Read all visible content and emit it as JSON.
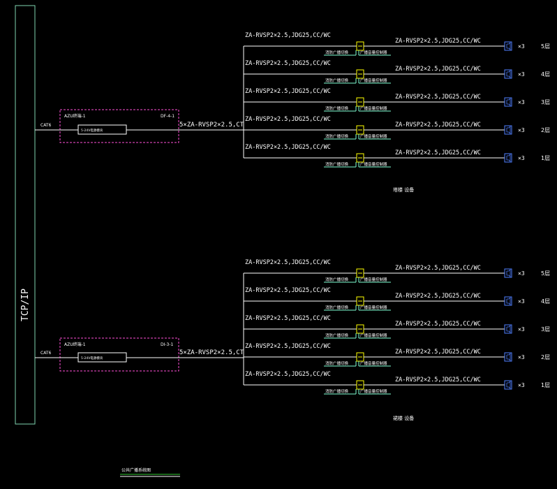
{
  "colors": {
    "background": "#000000",
    "wire": "#ffffff",
    "bus": "#7fd4b0",
    "panel_border": "#ff4fd8",
    "module": "#ffff00",
    "module_label": "#7fffd4",
    "speaker": "#4f7fff",
    "legend_line": "#33cc33"
  },
  "bus": {
    "label": "TCP/IP"
  },
  "groups": [
    {
      "cable_label": "CAT6",
      "panel_title": "AZU终端-1",
      "panel_id": "DF-4-1",
      "panel_device": "5-24V电源模块",
      "trunk_label": "5×ZA-RVSP2×2.5,CT",
      "caption": "塔楼 设备",
      "branches": [
        {
          "left_cable": "ZA-RVSP2×2.5,JDG25,CC/WC",
          "right_cable": "ZA-RVSP2×2.5,JDG25,CC/WC",
          "mod_a": "消防广播切换",
          "mod_b": "广播音量控制器",
          "qty": "×3",
          "floor": "5层"
        },
        {
          "left_cable": "ZA-RVSP2×2.5,JDG25,CC/WC",
          "right_cable": "ZA-RVSP2×2.5,JDG25,CC/WC",
          "mod_a": "消防广播切换",
          "mod_b": "广播音量控制器",
          "qty": "×3",
          "floor": "4层"
        },
        {
          "left_cable": "ZA-RVSP2×2.5,JDG25,CC/WC",
          "right_cable": "ZA-RVSP2×2.5,JDG25,CC/WC",
          "mod_a": "消防广播切换",
          "mod_b": "广播音量控制器",
          "qty": "×3",
          "floor": "3层"
        },
        {
          "left_cable": "ZA-RVSP2×2.5,JDG25,CC/WC",
          "right_cable": "ZA-RVSP2×2.5,JDG25,CC/WC",
          "mod_a": "消防广播切换",
          "mod_b": "广播音量控制器",
          "qty": "×3",
          "floor": "2层"
        },
        {
          "left_cable": "ZA-RVSP2×2.5,JDG25,CC/WC",
          "right_cable": "ZA-RVSP2×2.5,JDG25,CC/WC",
          "mod_a": "消防广播切换",
          "mod_b": "广播音量控制器",
          "qty": "×3",
          "floor": "1层"
        }
      ]
    },
    {
      "cable_label": "CAT6",
      "panel_title": "AZU终端-1",
      "panel_id": "DI-3-1",
      "panel_device": "5-24V电源模块",
      "trunk_label": "5×ZA-RVSP2×2.5,CT",
      "caption": "裙楼 设备",
      "branches": [
        {
          "left_cable": "ZA-RVSP2×2.5,JDG25,CC/WC",
          "right_cable": "ZA-RVSP2×2.5,JDG25,CC/WC",
          "mod_a": "消防广播切换",
          "mod_b": "广播音量控制器",
          "qty": "×3",
          "floor": "5层"
        },
        {
          "left_cable": "ZA-RVSP2×2.5,JDG25,CC/WC",
          "right_cable": "ZA-RVSP2×2.5,JDG25,CC/WC",
          "mod_a": "消防广播切换",
          "mod_b": "广播音量控制器",
          "qty": "×3",
          "floor": "4层"
        },
        {
          "left_cable": "ZA-RVSP2×2.5,JDG25,CC/WC",
          "right_cable": "ZA-RVSP2×2.5,JDG25,CC/WC",
          "mod_a": "消防广播切换",
          "mod_b": "广播音量控制器",
          "qty": "×3",
          "floor": "3层"
        },
        {
          "left_cable": "ZA-RVSP2×2.5,JDG25,CC/WC",
          "right_cable": "ZA-RVSP2×2.5,JDG25,CC/WC",
          "mod_a": "消防广播切换",
          "mod_b": "广播音量控制器",
          "qty": "×3",
          "floor": "2层"
        },
        {
          "left_cable": "ZA-RVSP2×2.5,JDG25,CC/WC",
          "right_cable": "ZA-RVSP2×2.5,JDG25,CC/WC",
          "mod_a": "消防广播切换",
          "mod_b": "广播音量控制器",
          "qty": "×3",
          "floor": "1层"
        }
      ]
    }
  ],
  "footer": {
    "title": "公共广播系统图"
  }
}
